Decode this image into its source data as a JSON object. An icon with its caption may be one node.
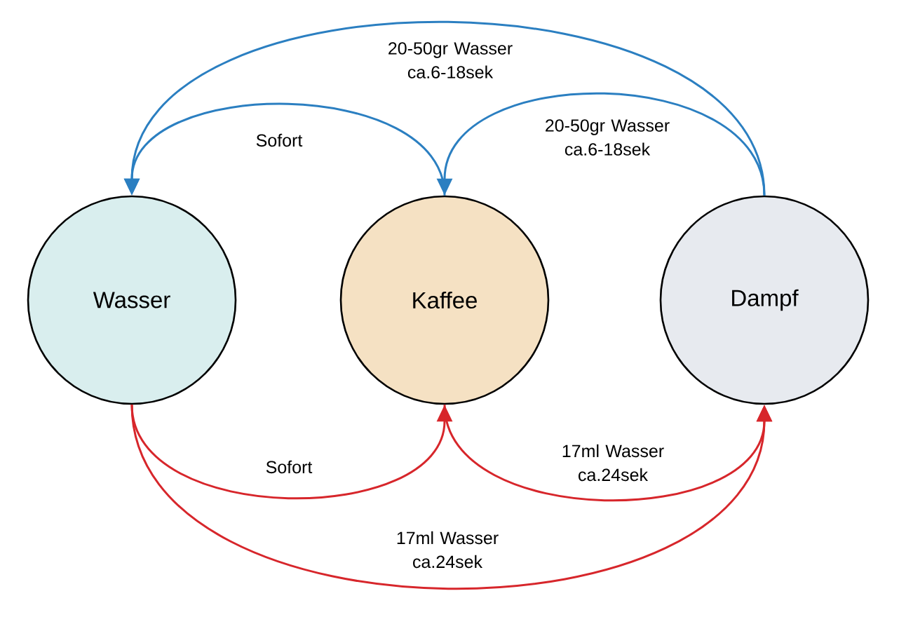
{
  "diagram": {
    "nodes": [
      {
        "text": [
          "Wasser"
        ]
      },
      {
        "text": [
          "Kaffee"
        ]
      },
      {
        "text": [
          "Dampf"
        ]
      }
    ],
    "edges": [
      {
        "from": 2,
        "to": 0,
        "arrow": "to",
        "label": "20-50gr Wasser ca.6-18sek",
        "color": "#2b7fc1"
      },
      {
        "from": 1,
        "to": 0,
        "arrow": "to",
        "label": "Sofort",
        "color": "#2b7fc1"
      },
      {
        "from": 2,
        "to": 1,
        "arrow": "to",
        "label": "20-50gr Wasser ca.6-18sek",
        "color": "#2b7fc1"
      },
      {
        "from": 0,
        "to": 1,
        "arrow": "to",
        "label": "Sofort",
        "color": "#d7262b"
      },
      {
        "from": 1,
        "to": 2,
        "arrow": "to",
        "label": "17ml Wasser ca.24sek",
        "color": "#d7262b"
      },
      {
        "from": 0,
        "to": 2,
        "arrow": "to",
        "label": "17ml Wasser ca.24sek",
        "color": "#d7262b"
      }
    ]
  }
}
